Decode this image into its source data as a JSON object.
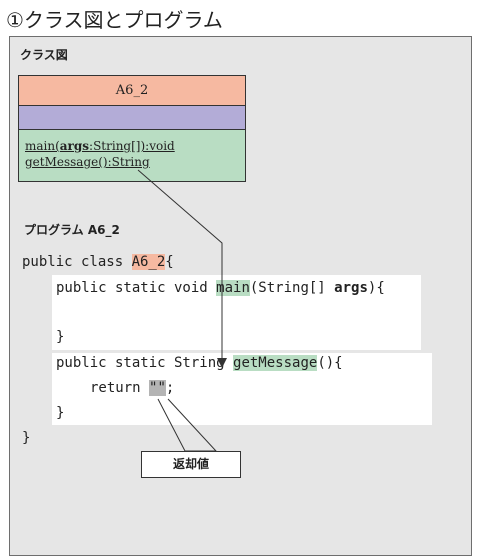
{
  "heading": "①クラス図とプログラム",
  "class_diagram": {
    "label": "クラス図",
    "class_name": "A6_2",
    "operations": [
      {
        "pre": "main(",
        "bold": "args",
        "post": ":String[]):void"
      },
      {
        "pre": "getMessage():String",
        "bold": "",
        "post": ""
      }
    ]
  },
  "program": {
    "label": "プログラム A6_2",
    "line1_pre": "public class ",
    "class_name": "A6_2",
    "line1_post": "{",
    "main_pre": "public static void ",
    "main_name": "main",
    "main_params": "(String[] ",
    "main_args": "args",
    "main_post": "){",
    "close_brace": "}",
    "get_pre": "public static String ",
    "get_name": "getMessage",
    "get_post": "(){",
    "return_kw": "return ",
    "return_val": "\"\"",
    "semicolon": ";",
    "class_close": "}"
  },
  "callout": "返却値"
}
